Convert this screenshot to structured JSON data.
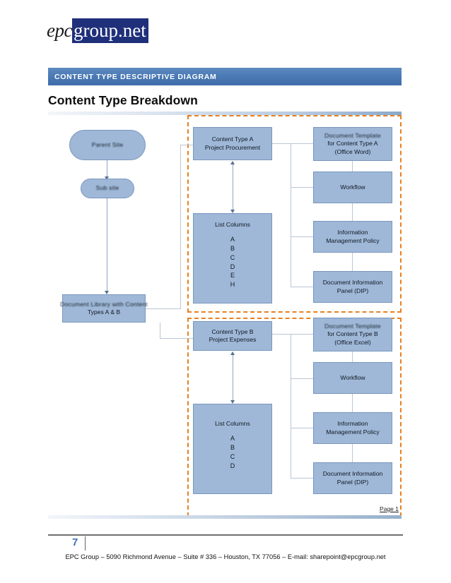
{
  "logo": {
    "part1": "epc",
    "part2": "group.net"
  },
  "section_header": {
    "label": "CONTENT TYPE DESCRIPTIVE DIAGRAM",
    "color": "#4a79b3"
  },
  "page_title": "Content Type Breakdown",
  "diagram": {
    "dashed_border_color": "#e8801f",
    "node_fill": "#9fb8d8",
    "node_border": "#7a97bd",
    "site_nodes": [
      {
        "id": "parent-site",
        "label": "Parent Site",
        "shape": "rounded"
      },
      {
        "id": "sub-site",
        "label": "Sub site",
        "shape": "rounded"
      }
    ],
    "library_node": {
      "id": "document-library",
      "line1": "Document Library with Content",
      "line2": "Types A & B"
    },
    "groups": [
      {
        "id": "content-type-a",
        "content_type": {
          "line1": "Content Type A",
          "line2": "Project Procurement"
        },
        "list_columns": {
          "title": "List Columns",
          "columns": [
            "A",
            "B",
            "C",
            "D",
            "E",
            "H"
          ]
        },
        "features": [
          {
            "id": "document-template-a",
            "line1": "Document Template",
            "line2": "for Content Type A",
            "line3": "(Office Word)"
          },
          {
            "id": "workflow-a",
            "line1": "Workflow"
          },
          {
            "id": "info-policy-a",
            "line1": "Information",
            "line2": "Management Policy"
          },
          {
            "id": "dip-a",
            "line1": "Document Information",
            "line2": "Panel (DIP)"
          }
        ]
      },
      {
        "id": "content-type-b",
        "content_type": {
          "line1": "Content Type B",
          "line2": "Project Expenses"
        },
        "list_columns": {
          "title": "List Columns",
          "columns": [
            "A",
            "B",
            "C",
            "D"
          ]
        },
        "features": [
          {
            "id": "document-template-b",
            "line1": "Document Template",
            "line2": "for Content Type B",
            "line3": "(Office Excel)"
          },
          {
            "id": "workflow-b",
            "line1": "Workflow"
          },
          {
            "id": "info-policy-b",
            "line1": "Information",
            "line2": "Management Policy"
          },
          {
            "id": "dip-b",
            "line1": "Document Information",
            "line2": "Panel (DIP)"
          }
        ]
      }
    ],
    "page_label": "Page 1"
  },
  "footer": {
    "page_number": "7",
    "text": "EPC Group – 5090 Richmond Avenue – Suite # 336 – Houston, TX 77056 – E-mail: sharepoint@epcgroup.net"
  }
}
